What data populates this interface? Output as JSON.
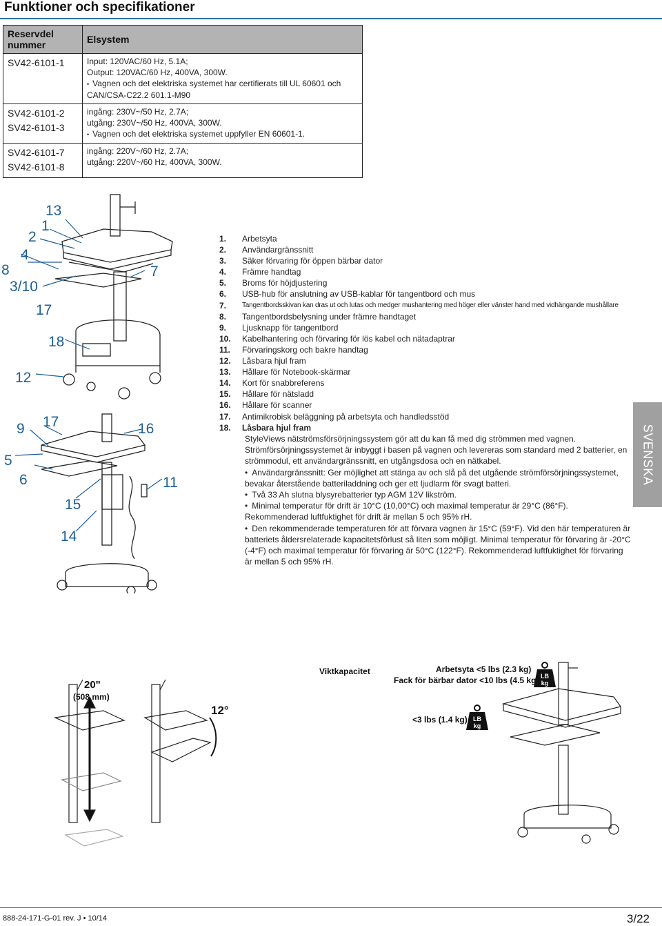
{
  "page": {
    "title": "Funktioner och specifikationer",
    "side_tab": "SVENSKA",
    "doc_number": "888-24-171-G-01 rev. J • 10/14",
    "page_number": "3/22"
  },
  "spec_table": {
    "header_part": "Reservdel nummer",
    "header_system": "Elsystem",
    "rows": [
      {
        "parts": [
          "SV42-6101-1"
        ],
        "lines": [
          "Input: 120VAC/60 Hz, 5.1A;",
          "Output: 120VAC/60 Hz, 400VA, 300W."
        ],
        "bullet": "Vagnen och det elektriska systemet har certifierats till UL 60601 och CAN/CSA-C22.2 601.1-M90"
      },
      {
        "parts": [
          "SV42-6101-2",
          "SV42-6101-3"
        ],
        "lines": [
          "ingång: 230V~/50 Hz, 2.7A;",
          "utgång: 230V~/50 Hz, 400VA, 300W."
        ],
        "bullet": "Vagnen och det elektriska systemet uppfyller EN 60601-1."
      },
      {
        "parts": [
          "SV42-6101-7",
          "SV42-6101-8"
        ],
        "lines": [
          "ingång: 220V~/60 Hz, 2.7A;",
          "utgång: 220V~/60 Hz, 400VA, 300W."
        ]
      }
    ]
  },
  "figure": {
    "callouts": [
      "13",
      "1",
      "2",
      "4",
      "8",
      "3/10",
      "17",
      "7",
      "18",
      "12",
      "9",
      "17",
      "16",
      "5",
      "6",
      "11",
      "15",
      "14"
    ]
  },
  "features": [
    {
      "num": "1.",
      "text": "Arbetsyta"
    },
    {
      "num": "2.",
      "text": "Användargränssnitt"
    },
    {
      "num": "3.",
      "text": "Säker förvaring för öppen bärbar dator"
    },
    {
      "num": "4.",
      "text": "Främre handtag"
    },
    {
      "num": "5.",
      "text": "Broms för höjdjustering"
    },
    {
      "num": "6.",
      "text": "USB-hub för anslutning av USB-kablar för tangentbord och mus"
    },
    {
      "num": "7.",
      "text": "Tangentbordsskivan kan dras ut och lutas och medger mushantering med höger eller vänster hand med vidhängande mushållare"
    },
    {
      "num": "8.",
      "text": "Tangentbordsbelysning under främre handtaget"
    },
    {
      "num": "9.",
      "text": "Ljusknapp för tangentbord"
    },
    {
      "num": "10.",
      "text": "Kabelhantering och förvaring för lös kabel och nätadaptrar"
    },
    {
      "num": "11.",
      "text": "Förvaringskorg och bakre handtag"
    },
    {
      "num": "12.",
      "text": "Låsbara hjul fram"
    },
    {
      "num": "13.",
      "text": "Hållare för Notebook-skärmar"
    },
    {
      "num": "14.",
      "text": "Kort för snabbreferens"
    },
    {
      "num": "15.",
      "text": "Hållare för nätsladd"
    },
    {
      "num": "16.",
      "text": "Hållare för scanner"
    },
    {
      "num": "17.",
      "text": "Antimikrobisk beläggning på arbetsyta och handledsstöd"
    },
    {
      "num": "18.",
      "text": "Låsbara hjul fram"
    }
  ],
  "notes": {
    "p1": "StyleViews nätströmsförsörjningssystem gör att du kan få med dig strömmen med vagnen.",
    "p2": "Strömförsörjningssystemet är inbyggt i basen på vagnen och levereras som standard med 2 batterier, en strömmodul, ett användargränssnitt, en utgångsdosa och en nätkabel.",
    "b1": "Användargränssnitt: Ger möjlighet att stänga av och slå på det utgående strömförsörjningssystemet, bevakar återstående batteriladdning och ger ett ljudlarm för svagt batteri.",
    "b2": "Två 33 Ah slutna blysyrebatterier typ AGM 12V likström.",
    "b3": "Minimal temperatur för drift är 10°C (10,00°C) och maximal temperatur är 29°C (86°F). Rekommenderad luftfuktighet för drift är mellan 5 och 95% rH.",
    "b4": "Den rekommenderade temperaturen för att förvara vagnen är 15°C (59°F).  Vid den här temperaturen är batteriets åldersrelaterade kapacitetsförlust så liten som möjligt.  Minimal temperatur för förvaring är -20°C (-4°F) och maximal temperatur för förvaring är 50°C (122°F). Rekommenderad luftfuktighet för förvaring är mellan 5 och 95% rH."
  },
  "bottom": {
    "height_value": "20\"",
    "height_mm": "(508 mm)",
    "tilt": "12",
    "weight_title": "Viktkapacitet",
    "work_surface": "Arbetsyta <5 lbs (2.3 kg)",
    "laptop_tray": "Fack för bärbar dator <10 lbs (4.5 kg)",
    "keyboard": "<3 lbs (1.4 kg)",
    "weight_icon_top": "LB",
    "weight_icon_bottom": "kg"
  }
}
